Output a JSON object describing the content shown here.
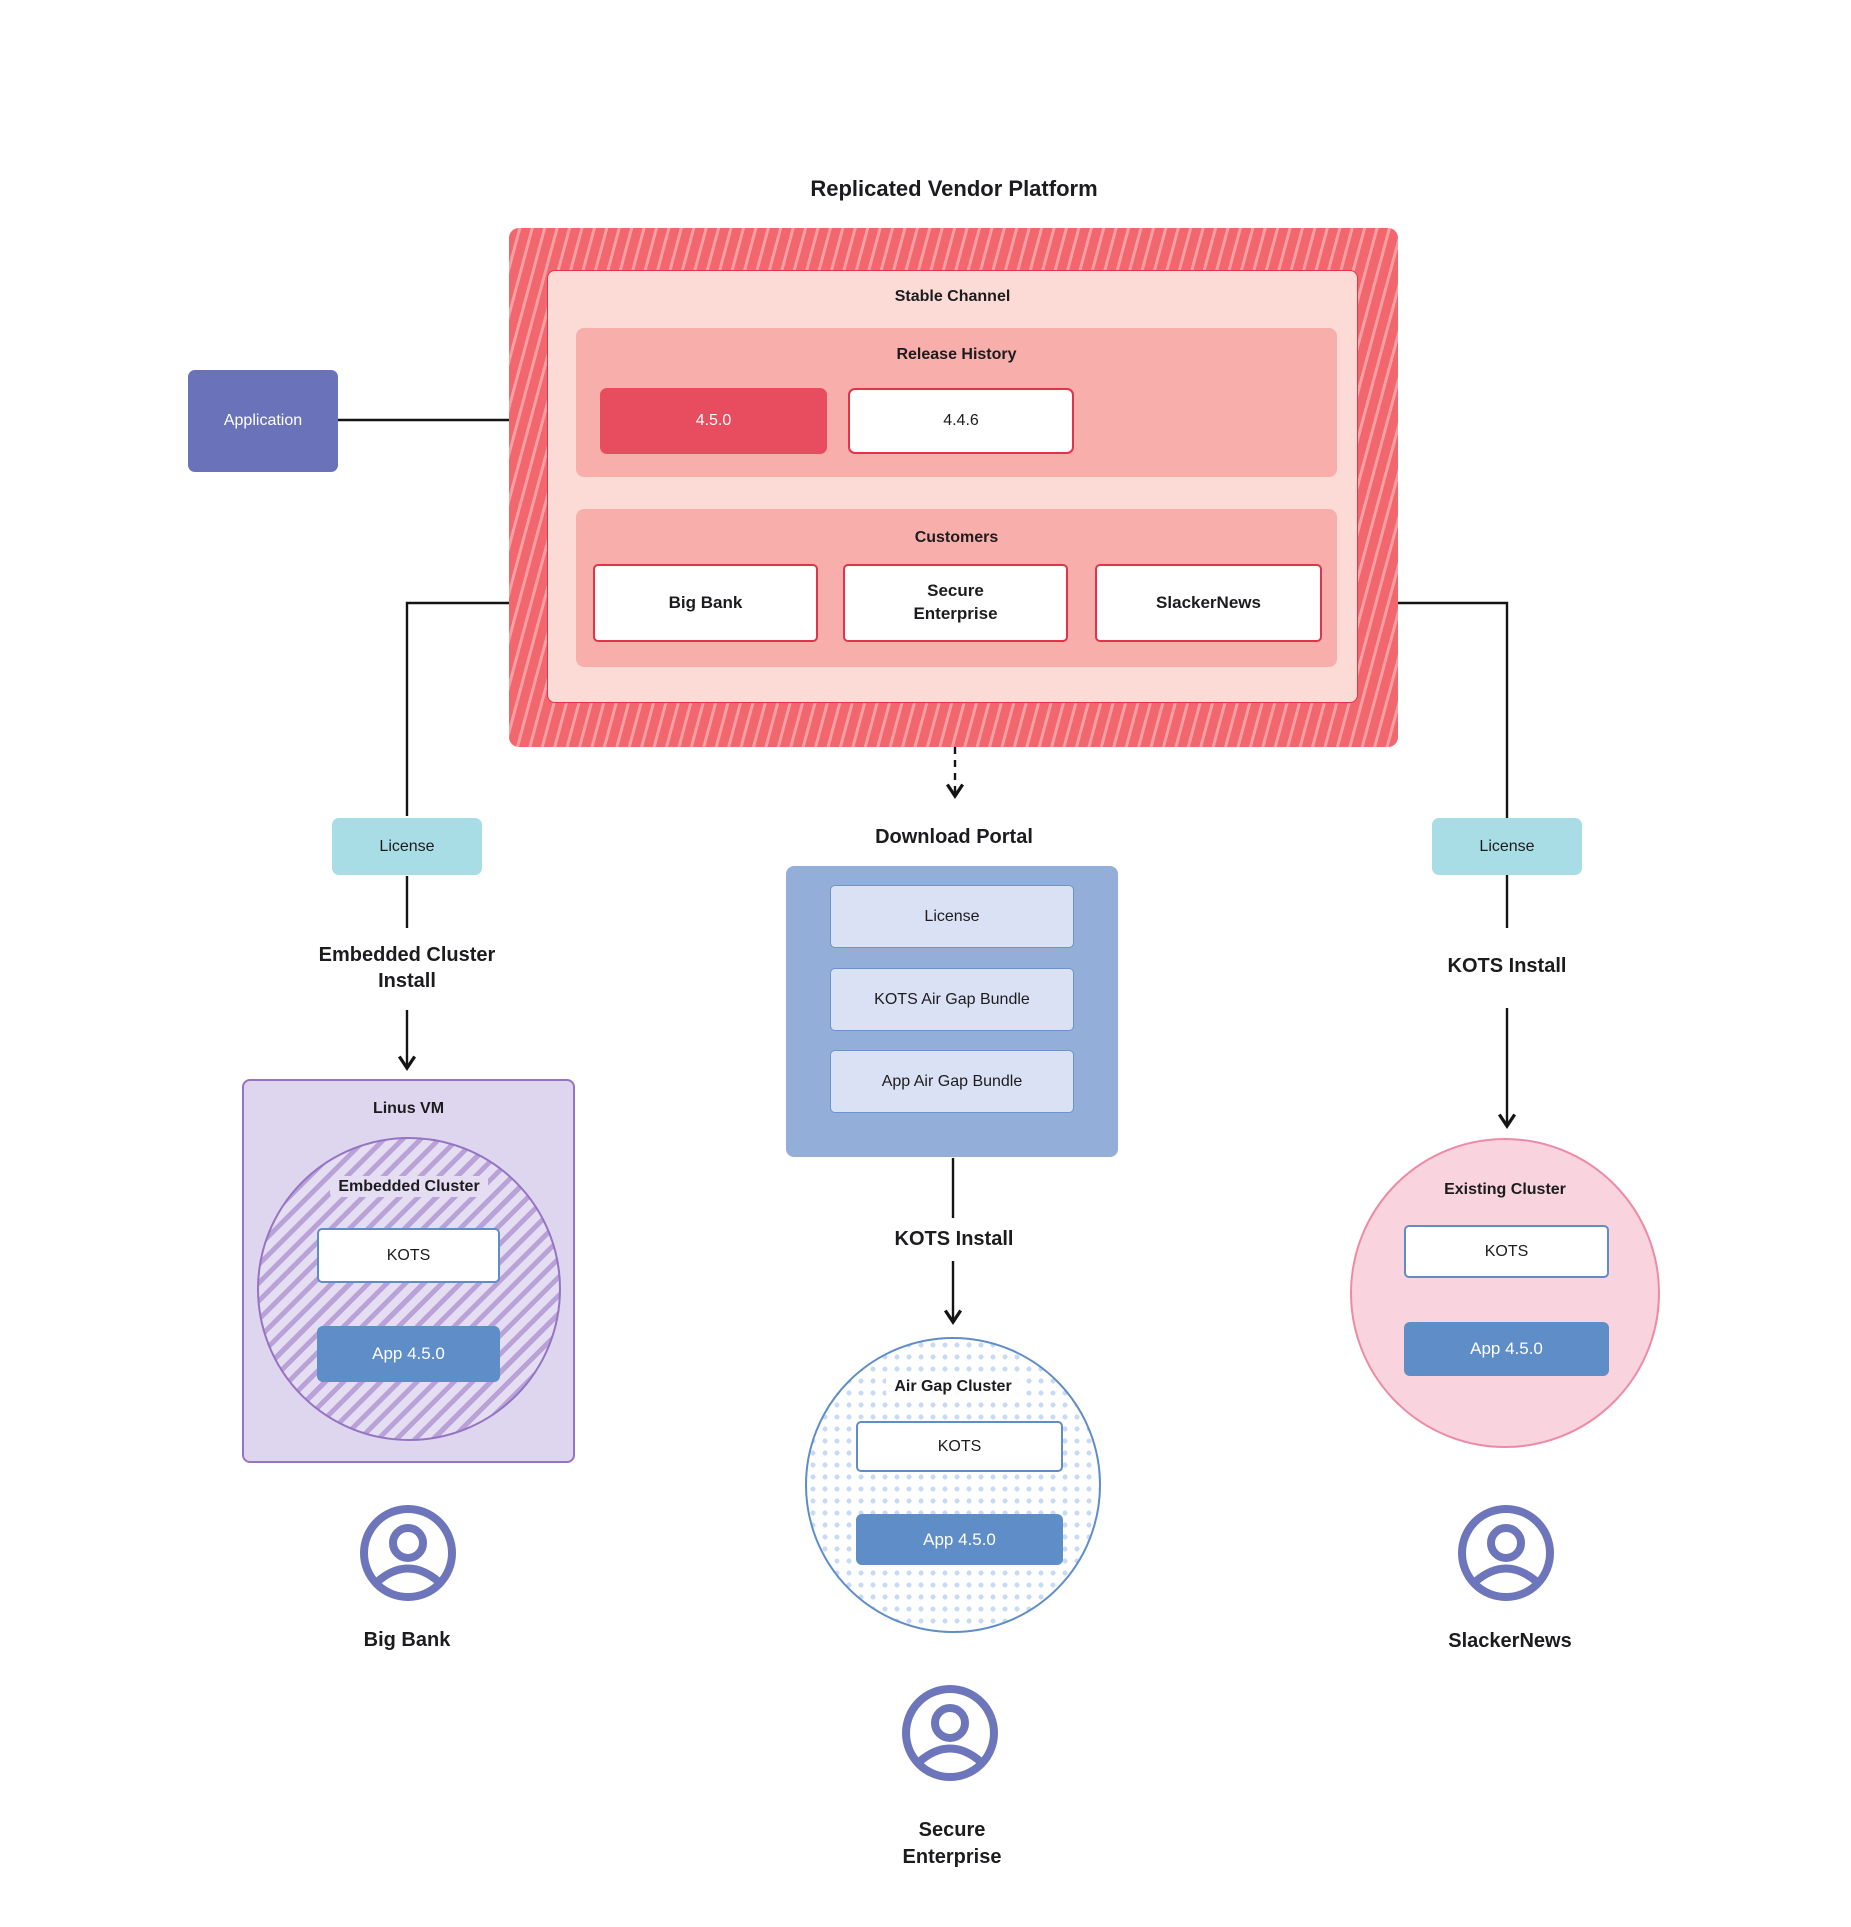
{
  "title": "Replicated Vendor Platform",
  "colors": {
    "platform_red": "#f2666e",
    "platform_stripe": "#f69fa3",
    "stable_pink": "#fcdbd6",
    "section_salmon": "#f8aeaa",
    "node_border_red": "#e23448",
    "release_current_red": "#e74c5f",
    "application_purple": "#6a72ba",
    "license_cyan": "#a9dde5",
    "portal_blue": "#93aed9",
    "portal_item_lavender": "#dbe1f5",
    "app_blue": "#5e8dc8",
    "vm_purple_fill": "#ded6ee",
    "vm_purple_border": "#9673c3",
    "existing_pink": "#f9d3de",
    "user_icon_purple": "#6d76ba"
  },
  "platform": {
    "stable_channel_label": "Stable Channel",
    "release_history": {
      "label": "Release History",
      "current": "4.5.0",
      "previous": "4.4.6"
    },
    "customers": {
      "label": "Customers",
      "items": [
        "Big Bank",
        "Secure Enterprise",
        "SlackerNews"
      ]
    }
  },
  "application": {
    "label": "Application"
  },
  "left_flow": {
    "license_label": "License",
    "install_label": "Embedded Cluster Install",
    "vm": {
      "title": "Linus VM",
      "cluster_label": "Embedded Cluster",
      "kots": "KOTS",
      "app": "App 4.5.0"
    },
    "user": "Big Bank"
  },
  "middle_flow": {
    "portal_title": "Download Portal",
    "portal_items": [
      "License",
      "KOTS Air Gap Bundle",
      "App Air Gap Bundle"
    ],
    "install_label": "KOTS Install",
    "cluster": {
      "label": "Air Gap Cluster",
      "kots": "KOTS",
      "app": "App 4.5.0"
    },
    "user": "Secure Enterprise"
  },
  "right_flow": {
    "license_label": "License",
    "install_label": "KOTS Install",
    "cluster": {
      "label": "Existing Cluster",
      "kots": "KOTS",
      "app": "App 4.5.0"
    },
    "user": "SlackerNews"
  }
}
